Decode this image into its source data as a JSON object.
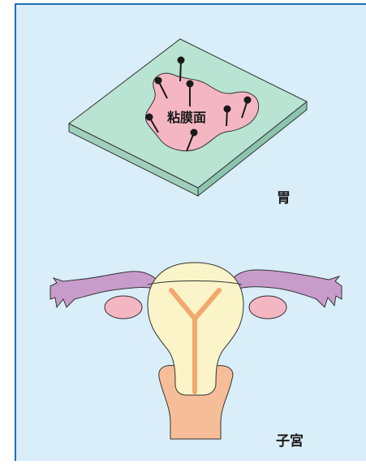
{
  "labels": {
    "mucosa": "粘膜面",
    "stomach": "胃",
    "uterus": "子宮"
  },
  "colors": {
    "background": "#d9eef9",
    "border": "#1f6fb4",
    "tissue_plate": "#b9e3d3",
    "mucosa": "#f5b6c4",
    "pin": "#1a1a1a",
    "uterus_body": "#fbf4c8",
    "uterine_cavity": "#f2a96f",
    "cervix_tissue": "#f6be98",
    "fallopian_tube": "#c79ccb",
    "ovary": "#f5b6c4"
  },
  "icons": {
    "pins": "pin-icon"
  }
}
